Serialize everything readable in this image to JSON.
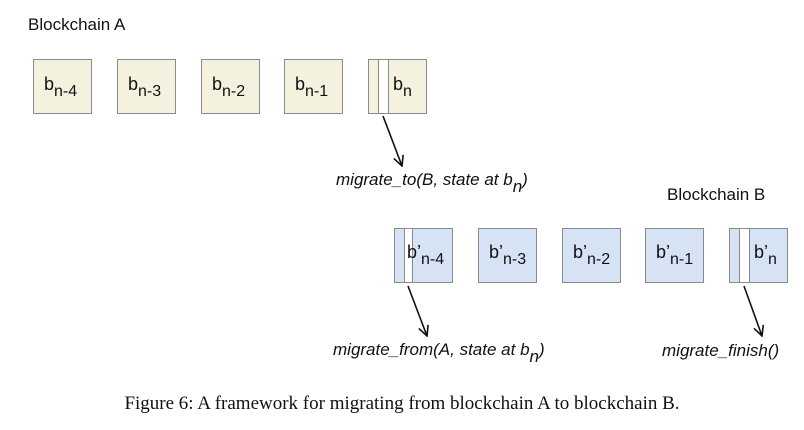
{
  "chain_a": {
    "label": "Blockchain A",
    "blocks": [
      {
        "base": "b",
        "sub": "n-4"
      },
      {
        "base": "b",
        "sub": "n-3"
      },
      {
        "base": "b",
        "sub": "n-2"
      },
      {
        "base": "b",
        "sub": "n-1"
      },
      {
        "base": "b",
        "sub": "n"
      }
    ]
  },
  "chain_b": {
    "label": "Blockchain B",
    "blocks": [
      {
        "base": "b’",
        "sub": "n-4"
      },
      {
        "base": "b’",
        "sub": "n-3"
      },
      {
        "base": "b’",
        "sub": "n-2"
      },
      {
        "base": "b’",
        "sub": "n-1"
      },
      {
        "base": "b’",
        "sub": "n"
      }
    ]
  },
  "calls": {
    "migrate_to": {
      "text": "migrate_to(B, state at b",
      "sub": "n",
      "close": ")"
    },
    "migrate_from": {
      "text": "migrate_from(A, state at b",
      "sub": "n",
      "close": ")"
    },
    "migrate_finish": {
      "text": "migrate_finish()"
    }
  },
  "caption": "Figure 6: A framework for migrating from blockchain A to blockchain B.",
  "colors": {
    "chain_a_block": "#f4f2de",
    "chain_b_block": "#d5e3f4",
    "border": "#8a8a8a"
  }
}
